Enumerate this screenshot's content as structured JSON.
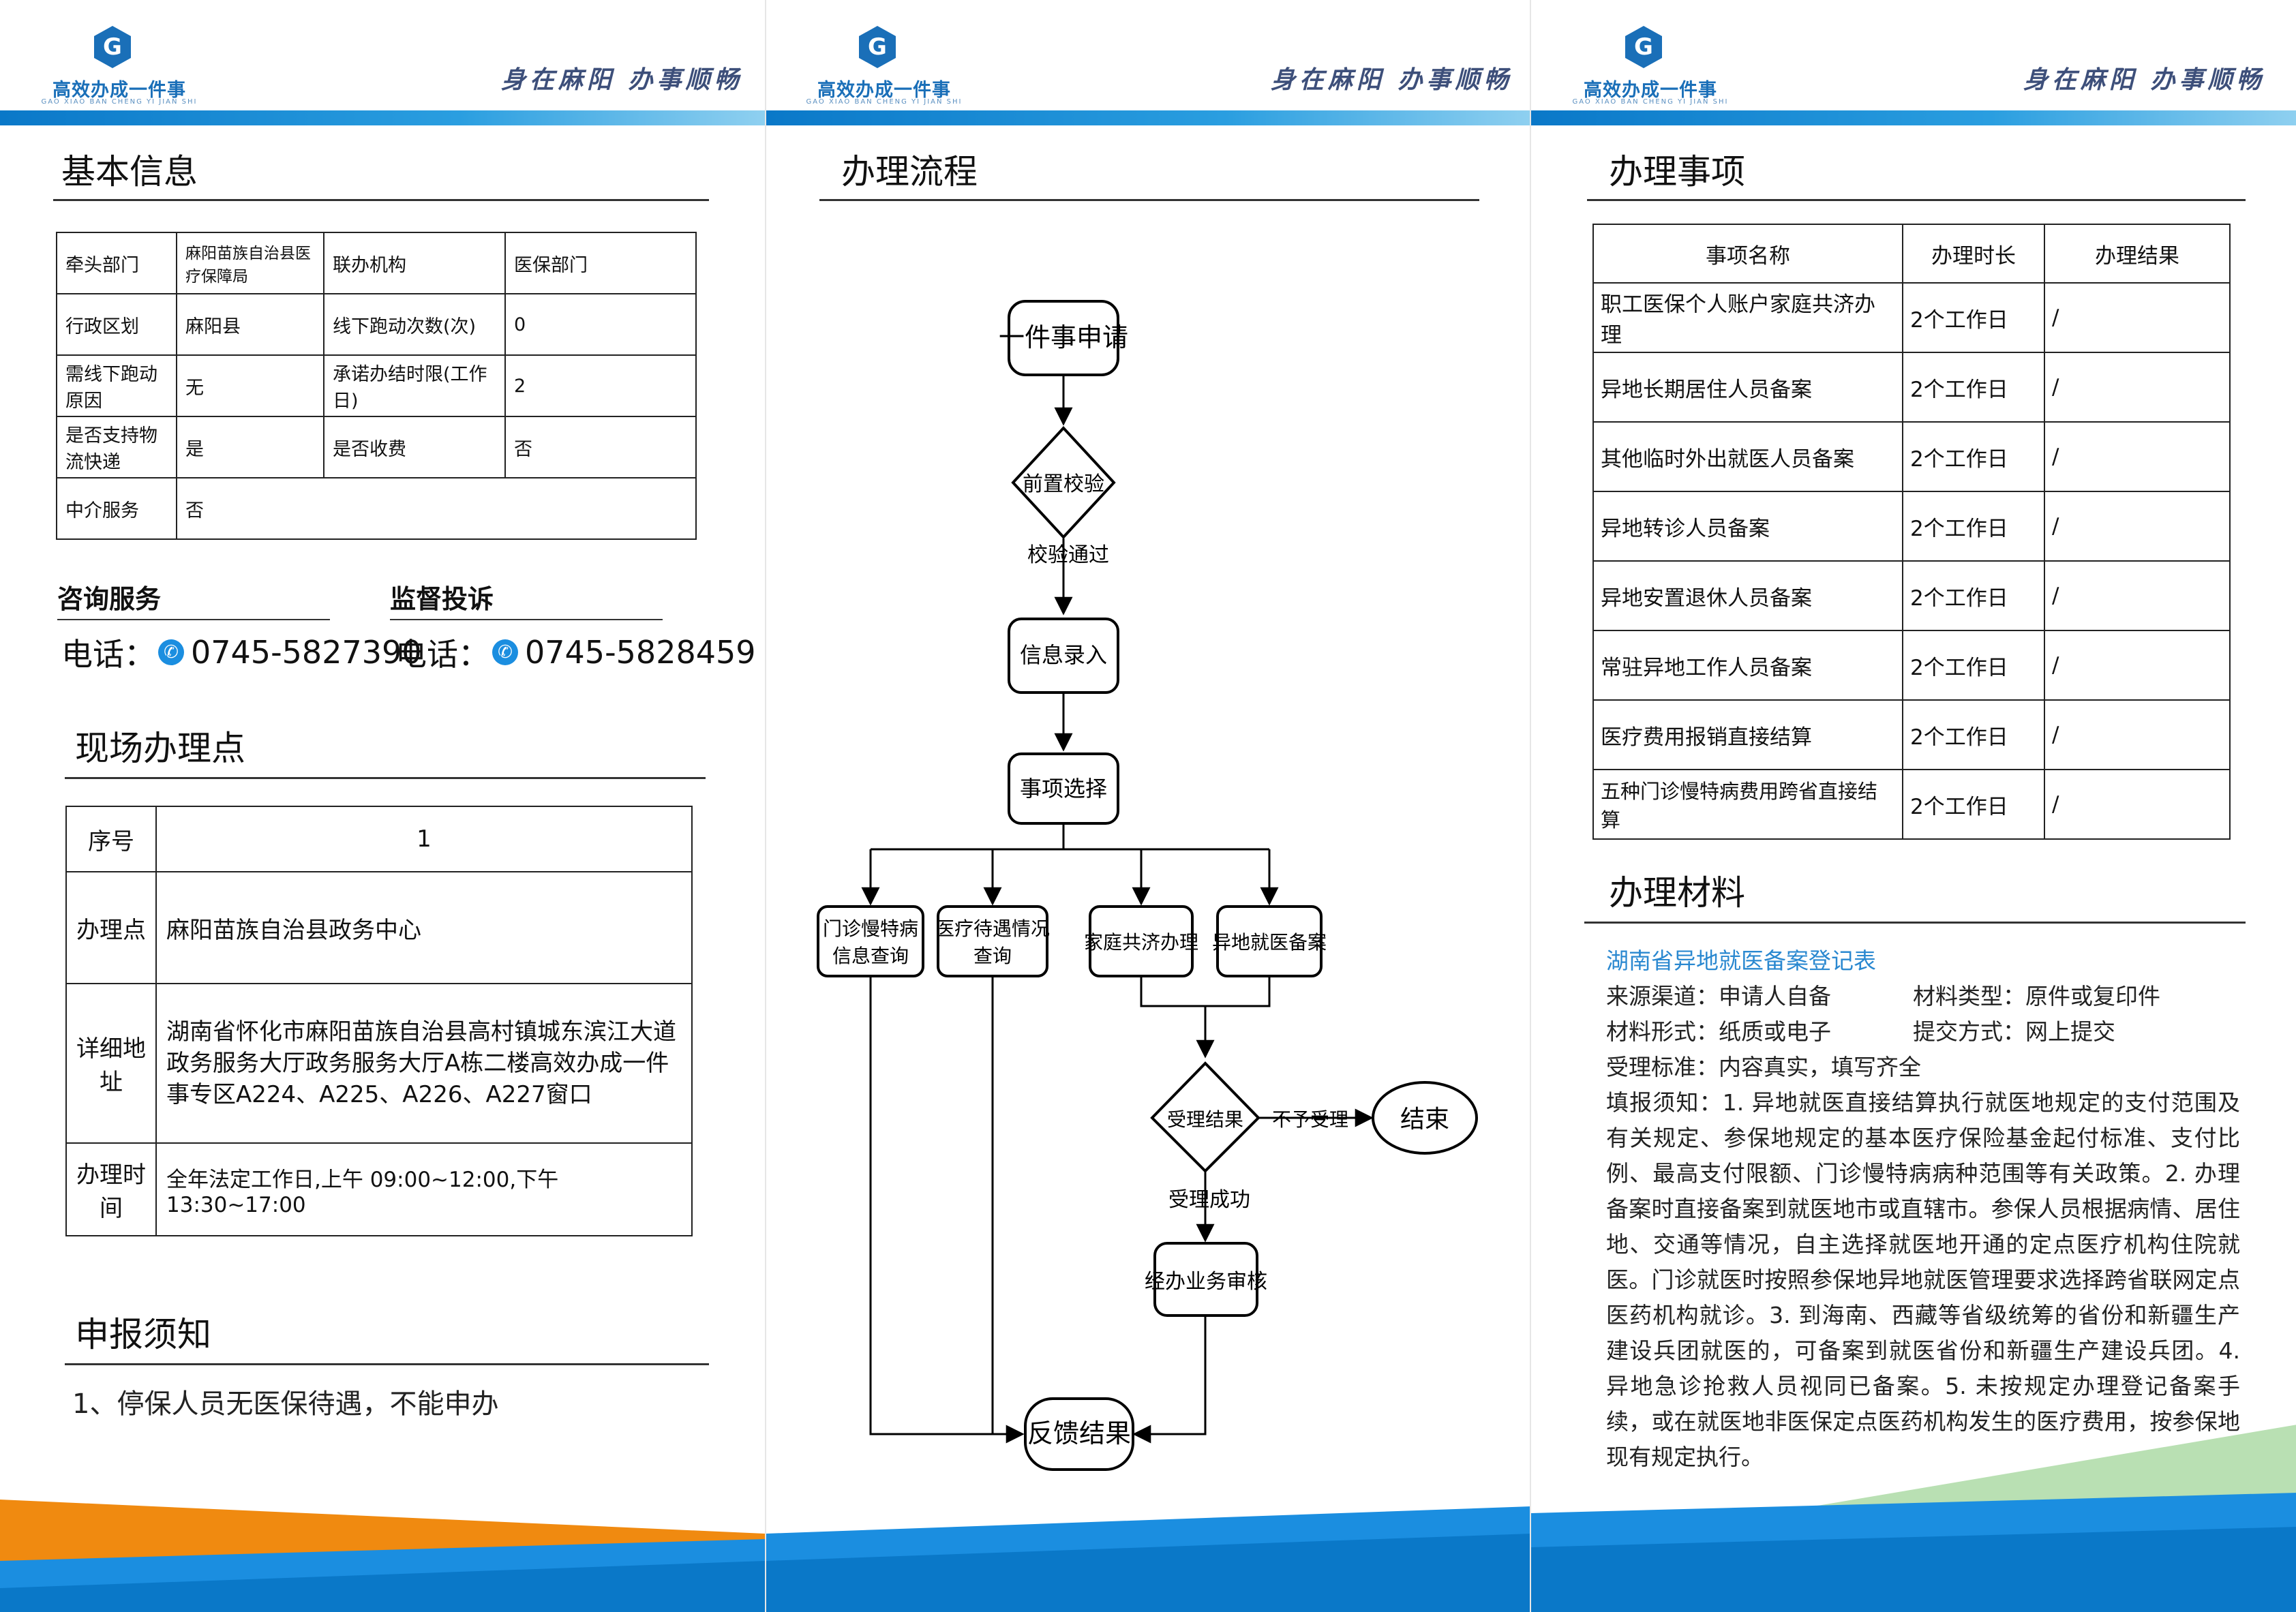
{
  "header": {
    "logo_text": "高效办成一件事",
    "logo_sub": "GAO XIAO BAN CHENG YI JIAN SHI",
    "slogan": "身在麻阳 办事顺畅"
  },
  "basic_info": {
    "title": "基本信息",
    "rows": [
      [
        "牵头部门",
        "麻阳苗族自治县医疗保障局",
        "联办机构",
        "医保部门"
      ],
      [
        "行政区划",
        "麻阳县",
        "线下跑动次数(次)",
        "0"
      ],
      [
        "需线下跑动原因",
        "无",
        "承诺办结时限(工作日)",
        "2"
      ],
      [
        "是否支持物流快递",
        "是",
        "是否收费",
        "否"
      ],
      [
        "中介服务",
        "否"
      ]
    ]
  },
  "consult": {
    "title": "咨询服务",
    "phone_label": "电话：",
    "phone": "0745-5827390"
  },
  "supervise": {
    "title": "监督投诉",
    "phone_label": "电话：",
    "phone": "0745-5828459"
  },
  "onsite": {
    "title": "现场办理点",
    "rows": [
      {
        "label": "序号",
        "value": "1"
      },
      {
        "label": "办理点",
        "value": "麻阳苗族自治县政务中心"
      },
      {
        "label": "详细地址",
        "value": "湖南省怀化市麻阳苗族自治县高村镇城东滨江大道政务服务大厅政务服务大厅A栋二楼高效办成一件事专区A224、A225、A226、A227窗口"
      },
      {
        "label": "办理时间",
        "value": "全年法定工作日,上午 09:00~12:00,下午 13:30~17:00"
      }
    ]
  },
  "notice": {
    "title": "申报须知",
    "text": "1、停保人员无医保待遇，不能申办"
  },
  "flow": {
    "title": "办理流程",
    "nodes": {
      "apply": "一件事申请",
      "precheck": "前置校验",
      "check_pass": "校验通过",
      "input": "信息录入",
      "select": "事项选择",
      "opt1_l1": "门诊慢特病",
      "opt1_l2": "信息查询",
      "opt2_l1": "医疗待遇情况",
      "opt2_l2": "查询",
      "opt3": "家庭共济办理",
      "opt4": "异地就医备案",
      "accept": "受理结果",
      "reject": "不予受理",
      "end": "结束",
      "accept_ok": "受理成功",
      "review": "经办业务审核",
      "feedback": "反馈结果"
    }
  },
  "items": {
    "title": "办理事项",
    "headers": [
      "事项名称",
      "办理时长",
      "办理结果"
    ],
    "rows": [
      [
        "职工医保个人账户家庭共济办理",
        "2个工作日",
        "/"
      ],
      [
        "异地长期居住人员备案",
        "2个工作日",
        "/"
      ],
      [
        "其他临时外出就医人员备案",
        "2个工作日",
        "/"
      ],
      [
        "异地转诊人员备案",
        "2个工作日",
        "/"
      ],
      [
        "异地安置退休人员备案",
        "2个工作日",
        "/"
      ],
      [
        "常驻异地工作人员备案",
        "2个工作日",
        "/"
      ],
      [
        "医疗费用报销直接结算",
        "2个工作日",
        "/"
      ],
      [
        "五种门诊慢特病费用跨省直接结算",
        "2个工作日",
        "/"
      ]
    ]
  },
  "materials": {
    "title": "办理材料",
    "form_name": "湖南省异地就医备案登记表",
    "source": "来源渠道：申请人自备",
    "type": "材料类型：原件或复印件",
    "format": "材料形式：纸质或电子",
    "submit": "提交方式：网上提交",
    "standard": "受理标准：内容真实，填写齐全",
    "instructions": "填报须知：1. 异地就医直接结算执行就医地规定的支付范围及有关规定、参保地规定的基本医疗保险基金起付标准、支付比例、最高支付限额、门诊慢特病病种范围等有关政策。2. 办理备案时直接备案到就医地市或直辖市。参保人员根据病情、居住地、交通等情况，自主选择就医地开通的定点医疗机构住院就医。门诊就医时按照参保地异地就医管理要求选择跨省联网定点医药机构就诊。3. 到海南、西藏等省级统筹的省份和新疆生产建设兵团就医的，可备案到就医省份和新疆生产建设兵团。4. 异地急诊抢救人员视同已备案。5. 未按规定办理登记备案手续，或在就医地非医保定点医药机构发生的医疗费用，按参保地现有规定执行。"
  },
  "colors": {
    "brand_blue": "#0a78c8",
    "orange": "#f08a10",
    "slogan": "#3d4f7a",
    "link_blue": "#2a88d0"
  }
}
